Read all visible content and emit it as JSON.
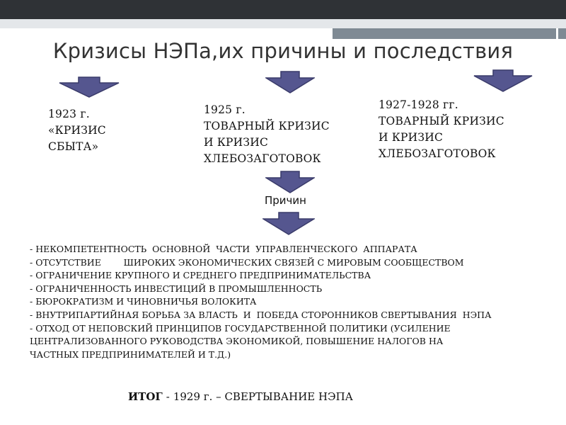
{
  "title": "Кризисы НЭПа,их причины и последствия",
  "crises": [
    {
      "text": "1923 г.\n«КРИЗИС\nСБЫТА»"
    },
    {
      "text": "1925 г.\nТОВАРНЫЙ КРИЗИС\nИ КРИЗИС\nХЛЕБОЗАГОТОВОК"
    },
    {
      "text": "1927-1928 гг.\nТОВАРНЫЙ КРИЗИС\nИ КРИЗИС\nХЛЕБОЗАГОТОВОК"
    }
  ],
  "causes_label": "Причин",
  "causes": [
    "- НЕКОМПЕТЕНТНОСТЬ  ОСНОВНОЙ  ЧАСТИ  УПРАВЛЕНЧЕСКОГО  АППАРАТА",
    "- ОТСУТСТВИЕ        ШИРОКИХ ЭКОНОМИЧЕСКИХ СВЯЗЕЙ С МИРОВЫМ СООБЩЕСТВОМ",
    "- ОГРАНИЧЕНИЕ КРУПНОГО И СРЕДНЕГО ПРЕДПРИНИМАТЕЛЬСТВА",
    "- ОГРАНИЧЕННОСТЬ ИНВЕСТИЦИЙ В ПРОМЫШЛЕННОСТЬ",
    "- БЮРОКРАТИЗМ И ЧИНОВНИЧЬЯ ВОЛОКИТА",
    "- ВНУТРИПАРТИЙНАЯ БОРЬБА ЗА ВЛАСТЬ  И  ПОБЕДА СТОРОННИКОВ СВЕРТЫВАНИЯ  НЭПА",
    "- ОТХОД ОТ НЕПОВСКИЙ ПРИНЦИПОВ ГОСУДАРСТВЕННОЙ ПОЛИТИКИ (УСИЛЕНИЕ",
    "ЦЕНТРАЛИЗОВАННОГО РУКОВОДСТВА ЭКОНОМИКОЙ, ПОВЫШЕНИЕ НАЛОГОВ НА",
    "ЧАСТНЫХ ПРЕДПРИНИМАТЕЛЕЙ И Т.Д.)"
  ],
  "result": {
    "label": "ИТОГ",
    "dash": "-",
    "text": "1929 г. – СВЕРТЫВАНИЕ НЭПА"
  },
  "colors": {
    "top_bar": "#2f3236",
    "stripe": "#e4e7ea",
    "accent_bar": "#7f8a94",
    "arrow_fill": "#55568f",
    "arrow_stroke": "#3a3b6a"
  },
  "icons": [
    "arrow-down-icon"
  ]
}
